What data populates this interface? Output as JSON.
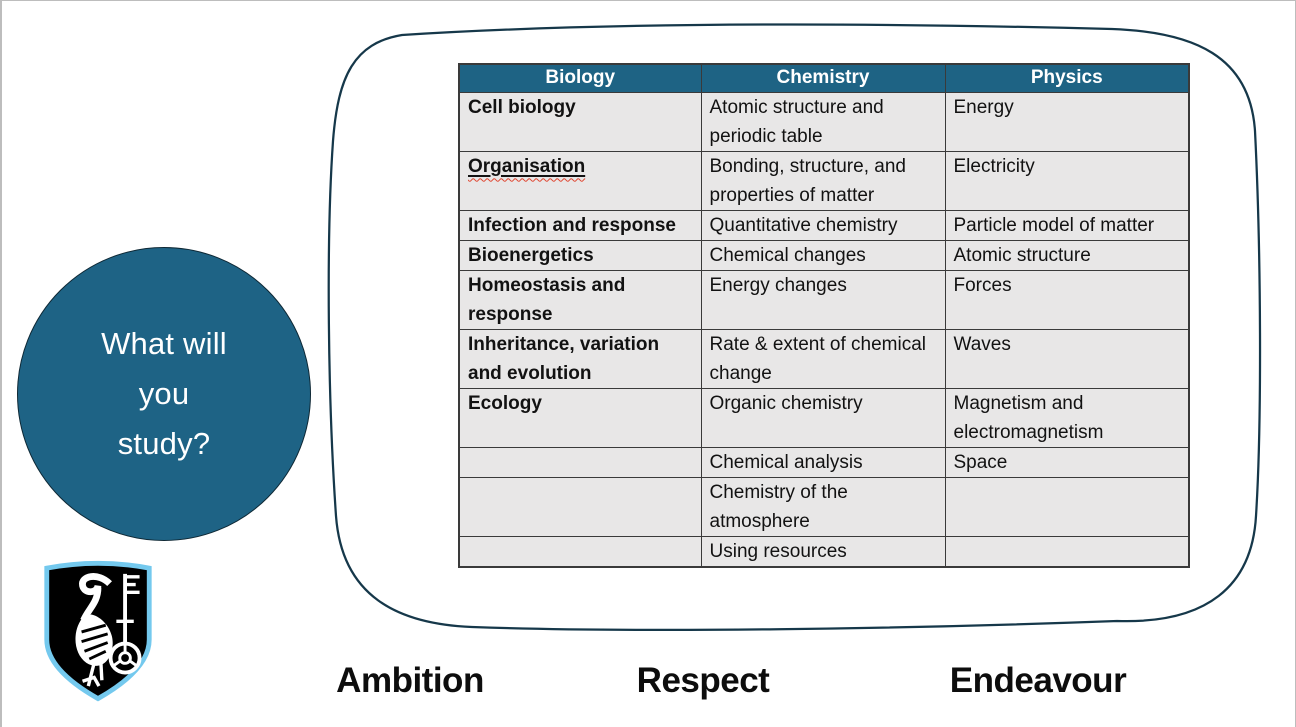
{
  "colors": {
    "header_bg": "#1e6384",
    "header_text": "#ffffff",
    "cell_bg": "#e8e7e7",
    "table_border": "#3a3a3a",
    "circle_fill": "#1e6385",
    "circle_text": "#ffffff",
    "blob_stroke": "#16384a",
    "footer_text": "#0d0d0d",
    "crest_shield": "#000000",
    "crest_border": "#74c9ee",
    "crest_figure": "#ffffff",
    "misspell_underline": "#e0442f"
  },
  "question_circle": {
    "lines": [
      "What will",
      "you",
      "study?"
    ]
  },
  "table": {
    "headers": [
      "Biology",
      "Chemistry",
      "Physics"
    ],
    "rows": [
      [
        "Cell biology",
        "Atomic structure and periodic table",
        "Energy"
      ],
      [
        "Organisation",
        "Bonding, structure, and properties of matter",
        "Electricity"
      ],
      [
        "Infection and response",
        "Quantitative chemistry",
        "Particle model of matter"
      ],
      [
        "Bioenergetics",
        "Chemical changes",
        "Atomic structure"
      ],
      [
        "Homeostasis and response",
        "Energy changes",
        "Forces"
      ],
      [
        "Inheritance, variation and evolution",
        "Rate & extent of chemical change",
        "Waves"
      ],
      [
        "Ecology",
        "Organic chemistry",
        "Magnetism and electromagnetism"
      ],
      [
        "",
        "Chemical analysis",
        "Space"
      ],
      [
        "",
        "Chemistry of the atmosphere",
        ""
      ],
      [
        "",
        "Using resources",
        ""
      ]
    ]
  },
  "footer": {
    "values": [
      "Ambition",
      "Respect",
      "Endeavour"
    ]
  },
  "logo": {
    "name": "school-crest"
  }
}
